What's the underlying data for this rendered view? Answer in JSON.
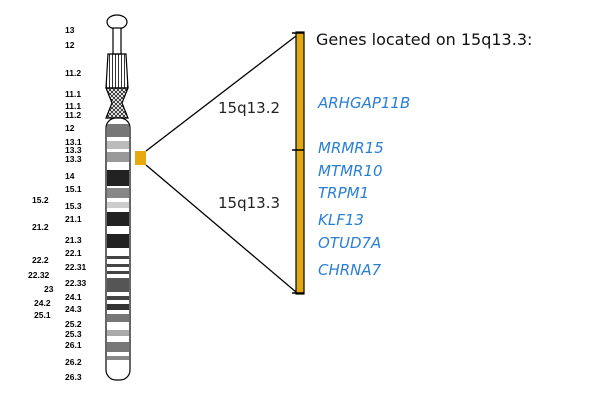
{
  "title": "Genes located on 15q13.3:",
  "regions": [
    "15q13.2",
    "15q13.3"
  ],
  "genes": [
    "ARHGAP11B",
    "MRMR15",
    "MTMR10",
    "TRPM1",
    "KLF13",
    "OTUD7A",
    "CHRNA7"
  ],
  "band_labels_left": [
    "13",
    "12",
    "11.2",
    "11.1",
    "11.1",
    "11.2",
    "12",
    "13.1",
    "13.3",
    "13.3",
    "14",
    "15.1",
    "15.3",
    "21.1",
    "21.3",
    "22.1",
    "22.31",
    "22.33",
    "24.1",
    "24.3",
    "25.2",
    "25.3",
    "26.1",
    "26.2",
    "26.3"
  ],
  "band_labels_outer": [
    "15.2",
    "21.2",
    "22.2",
    "22.32",
    "23",
    "24.2",
    "25.1"
  ],
  "colors": {
    "highlight": "#e8a90e",
    "gene_text": "#2a7fd4",
    "bar": "#e0a90f"
  }
}
